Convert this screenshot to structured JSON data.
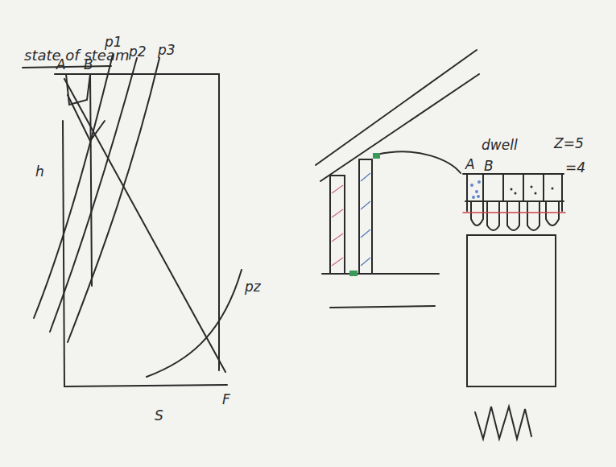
{
  "diagram": {
    "title": "state of steam",
    "labels": [
      "p1",
      "p2",
      "p3",
      "h",
      "A",
      "B",
      "pz",
      "F",
      "S",
      "dwell",
      "A",
      "B",
      "Z=5",
      "=4"
    ]
  }
}
